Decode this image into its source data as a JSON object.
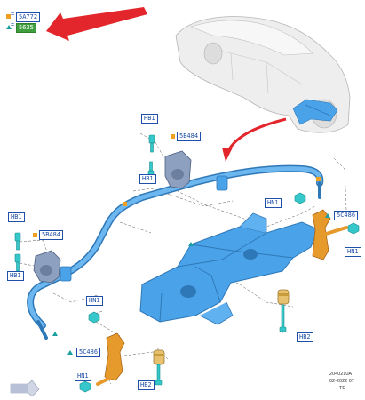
{
  "legend": {
    "square_tag": "5A772",
    "triangle_tag": "5635",
    "equals_sign": "="
  },
  "callouts": {
    "hb1_a": "HB1",
    "5b484_a": "5B484",
    "hb1_b": "HB1",
    "hn1_top_right": "HN1",
    "5c486_right": "5C486",
    "hn1_right": "HN1",
    "hb1_left_a": "HB1",
    "5b484_left": "5B484",
    "hb1_left_b": "HB1",
    "hn1_left": "HN1",
    "hb2_right": "HB2",
    "5c486_left": "5C486",
    "hn1_bottom": "HN1",
    "hb2_bottom": "HB2"
  },
  "stamp": {
    "code": "2040210A",
    "date": "02-2022 07",
    "td": "TD"
  },
  "colors": {
    "part_blue": "#4aa3e8",
    "part_blue_dark": "#2f78b8",
    "bushing_gray": "#8da0bf",
    "link_orange": "#e79a2c",
    "fastener_cyan": "#35c7c9",
    "callout_green": "#3f9d3f",
    "callout_border": "#1f4fa8",
    "arrow_red": "#e3262b",
    "vehicle_gray": "#d9d9d9"
  }
}
